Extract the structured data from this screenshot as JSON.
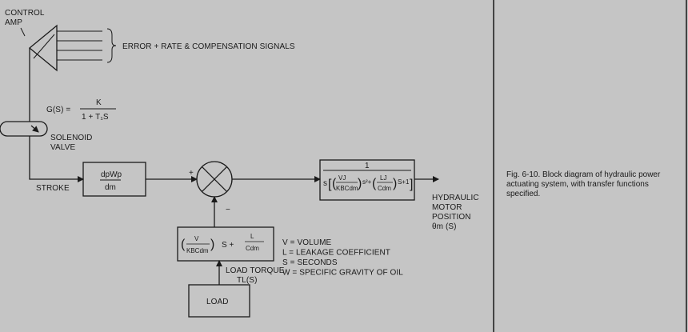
{
  "labels": {
    "control_amp_1": "CONTROL",
    "control_amp_2": "AMP",
    "error_signals": "ERROR + RATE & COMPENSATION SIGNALS",
    "gs": "G(S) =",
    "gs_num": "K",
    "gs_den": "1 + T₁S",
    "solenoid_1": "SOLENOID",
    "solenoid_2": "VALVE",
    "stroke": "STROKE",
    "hydraulic_1": "HYDRAULIC",
    "hydraulic_2": "MOTOR",
    "hydraulic_3": "POSITION",
    "hydraulic_4": "θm (S)",
    "load_torque_1": "LOAD TORQUE",
    "load_torque_2": "TL(S)",
    "load": "LOAD",
    "plus": "+",
    "minus": "−"
  },
  "blocks": {
    "stroke_num": "dpWp",
    "stroke_den": "dm",
    "motor_top": "1",
    "motor_s": "s",
    "motor_vj": "VJ",
    "motor_kbcdm": "KBCdm",
    "motor_s2": "s²+",
    "motor_lj": "LJ",
    "motor_cdm": "Cdm",
    "motor_tail": "S+1",
    "leak_v": "V",
    "leak_kbcdm": "KBCdm",
    "leak_s": "S +",
    "leak_l": "L",
    "leak_cdm": "Cdm"
  },
  "legend": [
    "V = VOLUME",
    "L = LEAKAGE COEFFICIENT",
    "S = SECONDS",
    "W = SPECIFIC GRAVITY OF OIL"
  ],
  "caption": "Fig. 6-10. Block diagram of hydraulic power actuating system, with transfer functions specified."
}
